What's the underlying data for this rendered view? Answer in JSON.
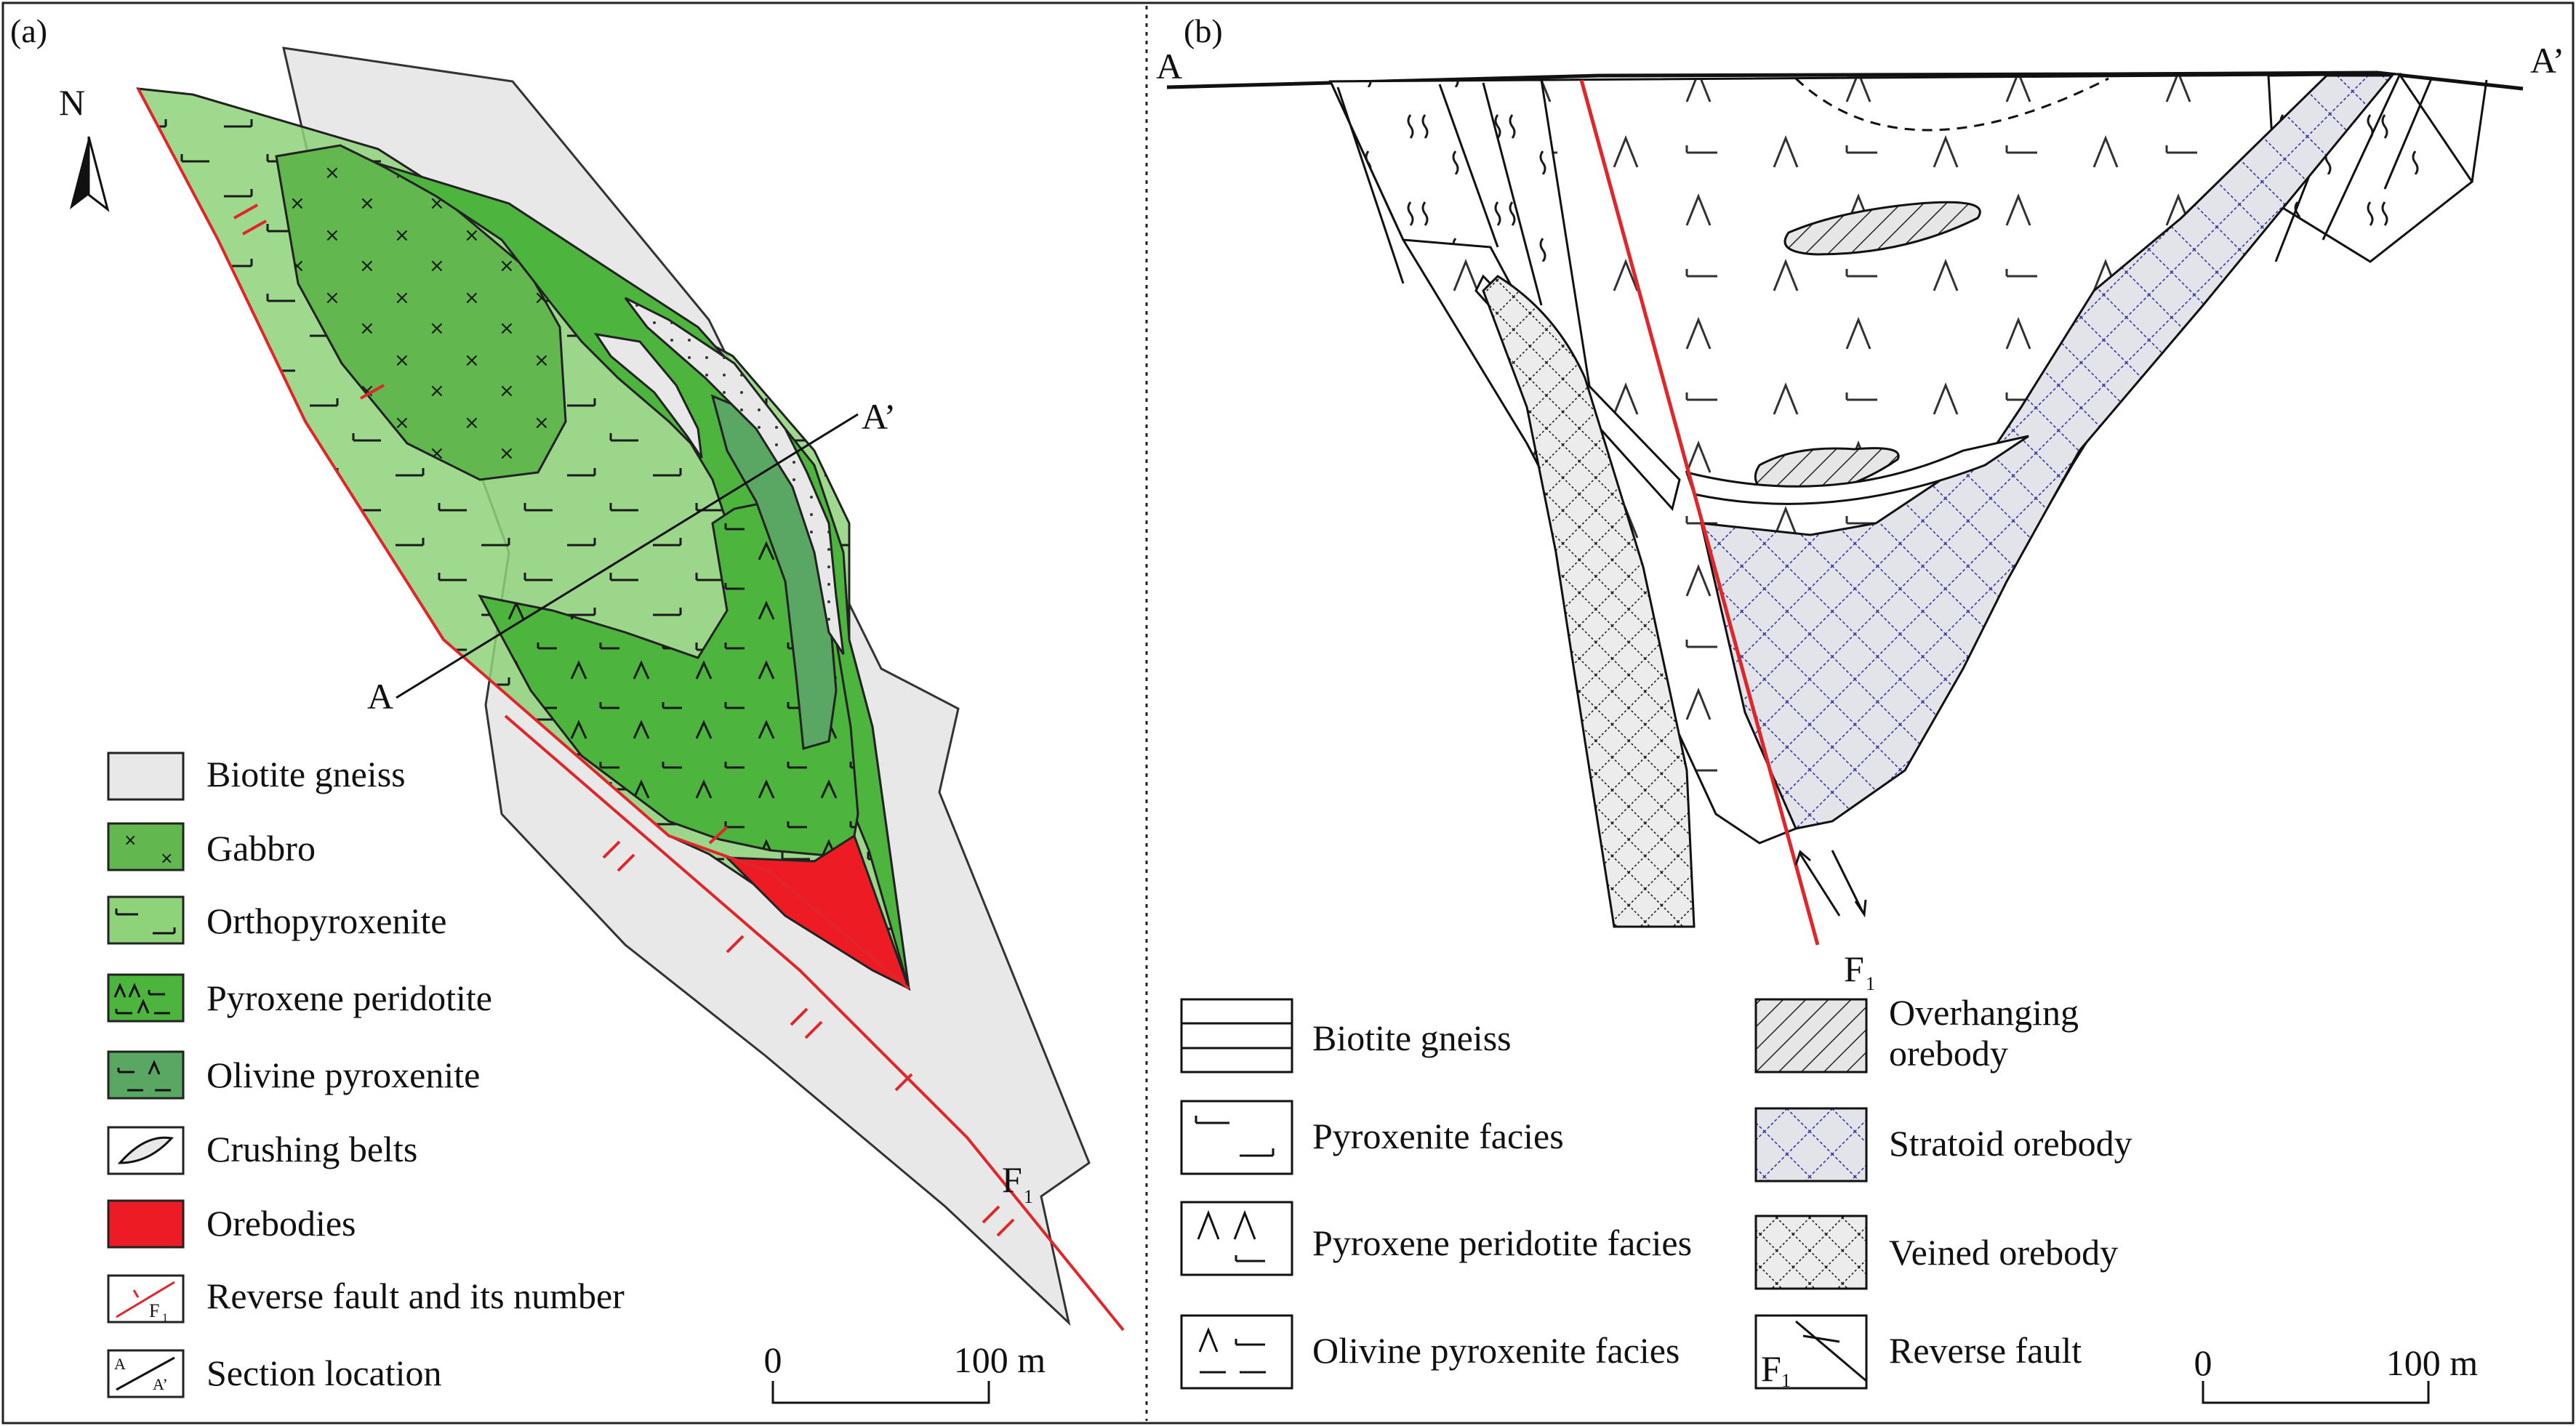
{
  "panels": {
    "a": "(a)",
    "b": "(b)"
  },
  "map": {
    "north": "N",
    "section_start": "A",
    "section_end": "A’",
    "fault_label": "F",
    "fault_sub": "1",
    "scale": {
      "zero": "0",
      "end": "100 m"
    }
  },
  "legend_a": [
    {
      "key": "biotite",
      "label": "Biotite gneiss"
    },
    {
      "key": "gabbro",
      "label": "Gabbro"
    },
    {
      "key": "orthopyroxenite",
      "label": "Orthopyroxenite"
    },
    {
      "key": "pyroxene_peridotite",
      "label": "Pyroxene peridotite"
    },
    {
      "key": "olivine_pyroxenite",
      "label": "Olivine pyroxenite"
    },
    {
      "key": "crushing",
      "label": "Crushing belts"
    },
    {
      "key": "orebodies",
      "label": "Orebodies"
    },
    {
      "key": "reverse_fault",
      "label": "Reverse fault and its number"
    },
    {
      "key": "section",
      "label": "Section location"
    }
  ],
  "section": {
    "start": "A",
    "end": "A’",
    "fault_label": "F",
    "fault_sub": "1",
    "scale": {
      "zero": "0",
      "end": "100 m"
    }
  },
  "legend_b": [
    {
      "key": "biotite",
      "label": "Biotite gneiss"
    },
    {
      "key": "pyroxenite",
      "label": "Pyroxenite facies"
    },
    {
      "key": "pyroxene_peridotite",
      "label": "Pyroxene peridotite facies"
    },
    {
      "key": "olivine_pyroxenite",
      "label": "Olivine pyroxenite facies"
    },
    {
      "key": "overhanging",
      "label_1": "Overhanging",
      "label_2": "orebody"
    },
    {
      "key": "stratoid",
      "label": "Stratoid orebody"
    },
    {
      "key": "veined",
      "label": "Veined orebody"
    },
    {
      "key": "reverse_fault",
      "label": "Reverse fault"
    }
  ],
  "colors": {
    "biotite": "#e8e8e8",
    "gabbro": "#62b84f",
    "orthopyroxenite": "#8ed27a",
    "pyroxene_peridotite": "#4db53e",
    "olivine_pyroxenite": "#5aa763",
    "orebody": "#ed1c24",
    "fault": "#e0262b",
    "stratoid": "#2c2f9e"
  }
}
